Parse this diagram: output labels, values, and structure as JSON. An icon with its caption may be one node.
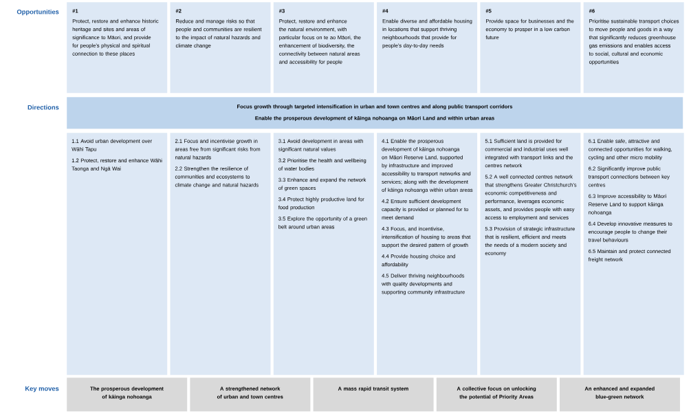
{
  "diagram": {
    "nodes": [
      {
        "text": [
          "#1",
          "Protect, restore and enhance historic heritage and sites and areas of significance to Māori, and provide for people’s physical and spiritual connection to these places"
        ]
      },
      {
        "text": [
          "#2",
          "Reduce and manage risks so that people and communities are resilient to the impact of natural hazards and climate change"
        ]
      },
      {
        "text": [
          "#3",
          "Protect, restore and enhance the natural environment, with particular focus on te ao Māori, the enhancement of biodiversity, the connectivity between natural areas and accessibility for people"
        ]
      },
      {
        "text": [
          "#4",
          "Enable diverse and affordable housing in locations that support thriving neighbourhoods that provide for people’s day-to-day needs"
        ]
      },
      {
        "text": [
          "#5",
          "Provide space for businesses and the economy to prosper in a low carbon future"
        ]
      },
      {
        "text": [
          "#6",
          "Prioritise sustainable transport choices to move people and goods in a way that significantly reduces greenhouse gas emissions and enables access to social, cultural and economic opportunities"
        ]
      },
      {
        "text": [
          "Focus growth through targeted intensification in urban and town centres and along public transport corridors",
          "Enable the prosperous development of kāinga nohoanga on Māori Land and within urban areas"
        ]
      },
      {
        "text": [
          "1.1 Avoid urban development over Wāhi Tapu",
          "1.2 Protect, restore and enhance Wāhi Taonga and Ngā Wai"
        ]
      },
      {
        "text": [
          "2.1 Focus and incentivise growth in areas free from significant risks from natural hazards",
          "2.2 Strengthen the resilience of communities and ecosystems to climate change and natural hazards"
        ]
      },
      {
        "text": [
          "3.1 Avoid development in areas with significant natural values",
          "3.2 Prioritise the health and wellbeing of water bodies",
          "3.3 Enhance and expand the network of green spaces",
          "3.4 Protect highly productive land for food production",
          "3.5 Explore the opportunity of a green belt around urban areas"
        ]
      },
      {
        "text": [
          "4.1 Enable the prosperous development of kāinga nohoanga on Māori Reserve Land, supported by infrastructure and improved accessibility to transport networks and services; along with the development of kāinga nohoanga within urban areas",
          "4.2 Ensure sufficient development capacity is provided or planned for to meet demand",
          "4.3 Focus, and incentivise, intensification of housing to areas that support the desired pattern of growth",
          "4.4 Provide housing choice and affordability",
          "4.5 Deliver thriving neighbourhoods with quality developments and supporting community infrastructure"
        ]
      },
      {
        "text": [
          "5.1 Sufficient land is provided for commercial and industrial uses well integrated with transport links and the centres network",
          "5.2 A well connected centres network that strengthens Greater Christchurch’s economic competitiveness and performance, leverages economic assets, and provides people with easy access to employment and services",
          "5.3 Provision of strategic infrastructure that is resilient, efficient and meets the needs of a modern society and economy"
        ]
      },
      {
        "text": [
          "6.1 Enable safe, attractive and connected opportunities for walking, cycling and other micro mobility",
          "6.2 Significantly improve public transport connections between key centres",
          "6.3 Improve accessibility to Māori Reserve Land to support kāinga nohoanga",
          "6.4 Develop innovative measures to encourage people to change their travel behaviours",
          "6.5 Maintain and protect connected freight network"
        ]
      },
      {
        "text": [
          "The prosperous development of kāinga nohoanga"
        ]
      },
      {
        "text": [
          "A strengthened network of urban and town centres"
        ]
      },
      {
        "text": [
          "A mass rapid transit system"
        ]
      },
      {
        "text": [
          "A collective focus on unlocking the potential of Priority Areas"
        ]
      },
      {
        "text": [
          "An enhanced and expanded blue-green network"
        ]
      }
    ],
    "labels": [
      "Opportunities",
      "Directions",
      "Key moves"
    ]
  }
}
